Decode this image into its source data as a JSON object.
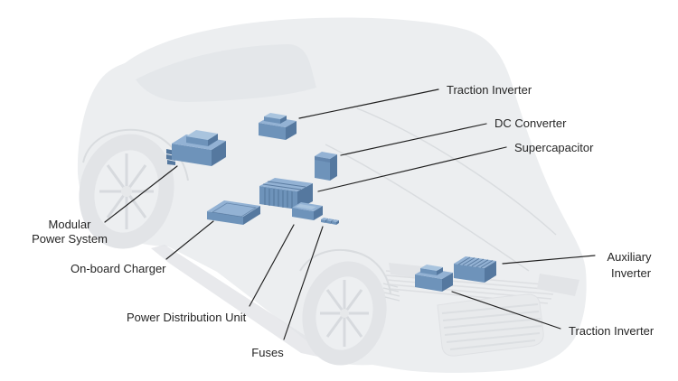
{
  "diagram": {
    "description": "Electric vehicle power electronics components shown on a translucent SUV, front-left three-quarter view",
    "callouts": {
      "traction_inverter_rear": {
        "label": "Traction Inverter"
      },
      "dc_converter": {
        "label": "DC Converter"
      },
      "supercapacitor": {
        "label": "Supercapacitor"
      },
      "modular_power_system": {
        "label_line1": "Modular",
        "label_line2": "Power System"
      },
      "onboard_charger": {
        "label": "On-board Charger"
      },
      "power_distribution_unit": {
        "label": "Power Distribution Unit"
      },
      "fuses": {
        "label": "Fuses"
      },
      "auxiliary_inverter": {
        "label_line1": "Auxiliary",
        "label_line2": "Inverter"
      },
      "traction_inverter_front": {
        "label": "Traction Inverter"
      }
    }
  },
  "colors": {
    "background": "#ffffff",
    "car_body": "#eceef0",
    "car_shade": "#e2e4e7",
    "car_glass": "#e4e7ea",
    "car_detail": "#d9dcdf",
    "component_top": "#93b2d4",
    "component_front": "#6e93ba",
    "component_side": "#55789f",
    "component_detail": "#4a6b91",
    "leader_line": "#1f1f1f",
    "label_text": "#262626"
  }
}
